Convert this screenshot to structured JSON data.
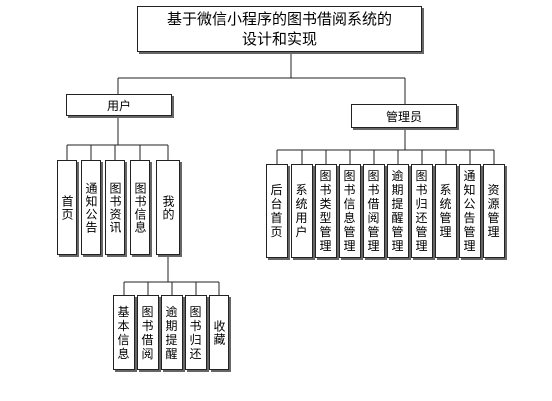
{
  "title": "基于微信小程序的图书借阅系统的\n设计和实现",
  "user": {
    "label": "用户",
    "children": [
      "首页",
      "通知公告",
      "图书资讯",
      "图书信息",
      "我的"
    ],
    "mine_children": [
      "基本信息",
      "图书借阅",
      "逾期提醒",
      "图书归还",
      "收藏"
    ]
  },
  "admin": {
    "label": "管理员",
    "children": [
      "后台首页",
      "系统用户",
      "图书类型管理",
      "图书信息管理",
      "图书借阅管理",
      "逾期提醒管理",
      "图书归还管理",
      "系统管理",
      "通知公告管理",
      "资源管理"
    ]
  }
}
